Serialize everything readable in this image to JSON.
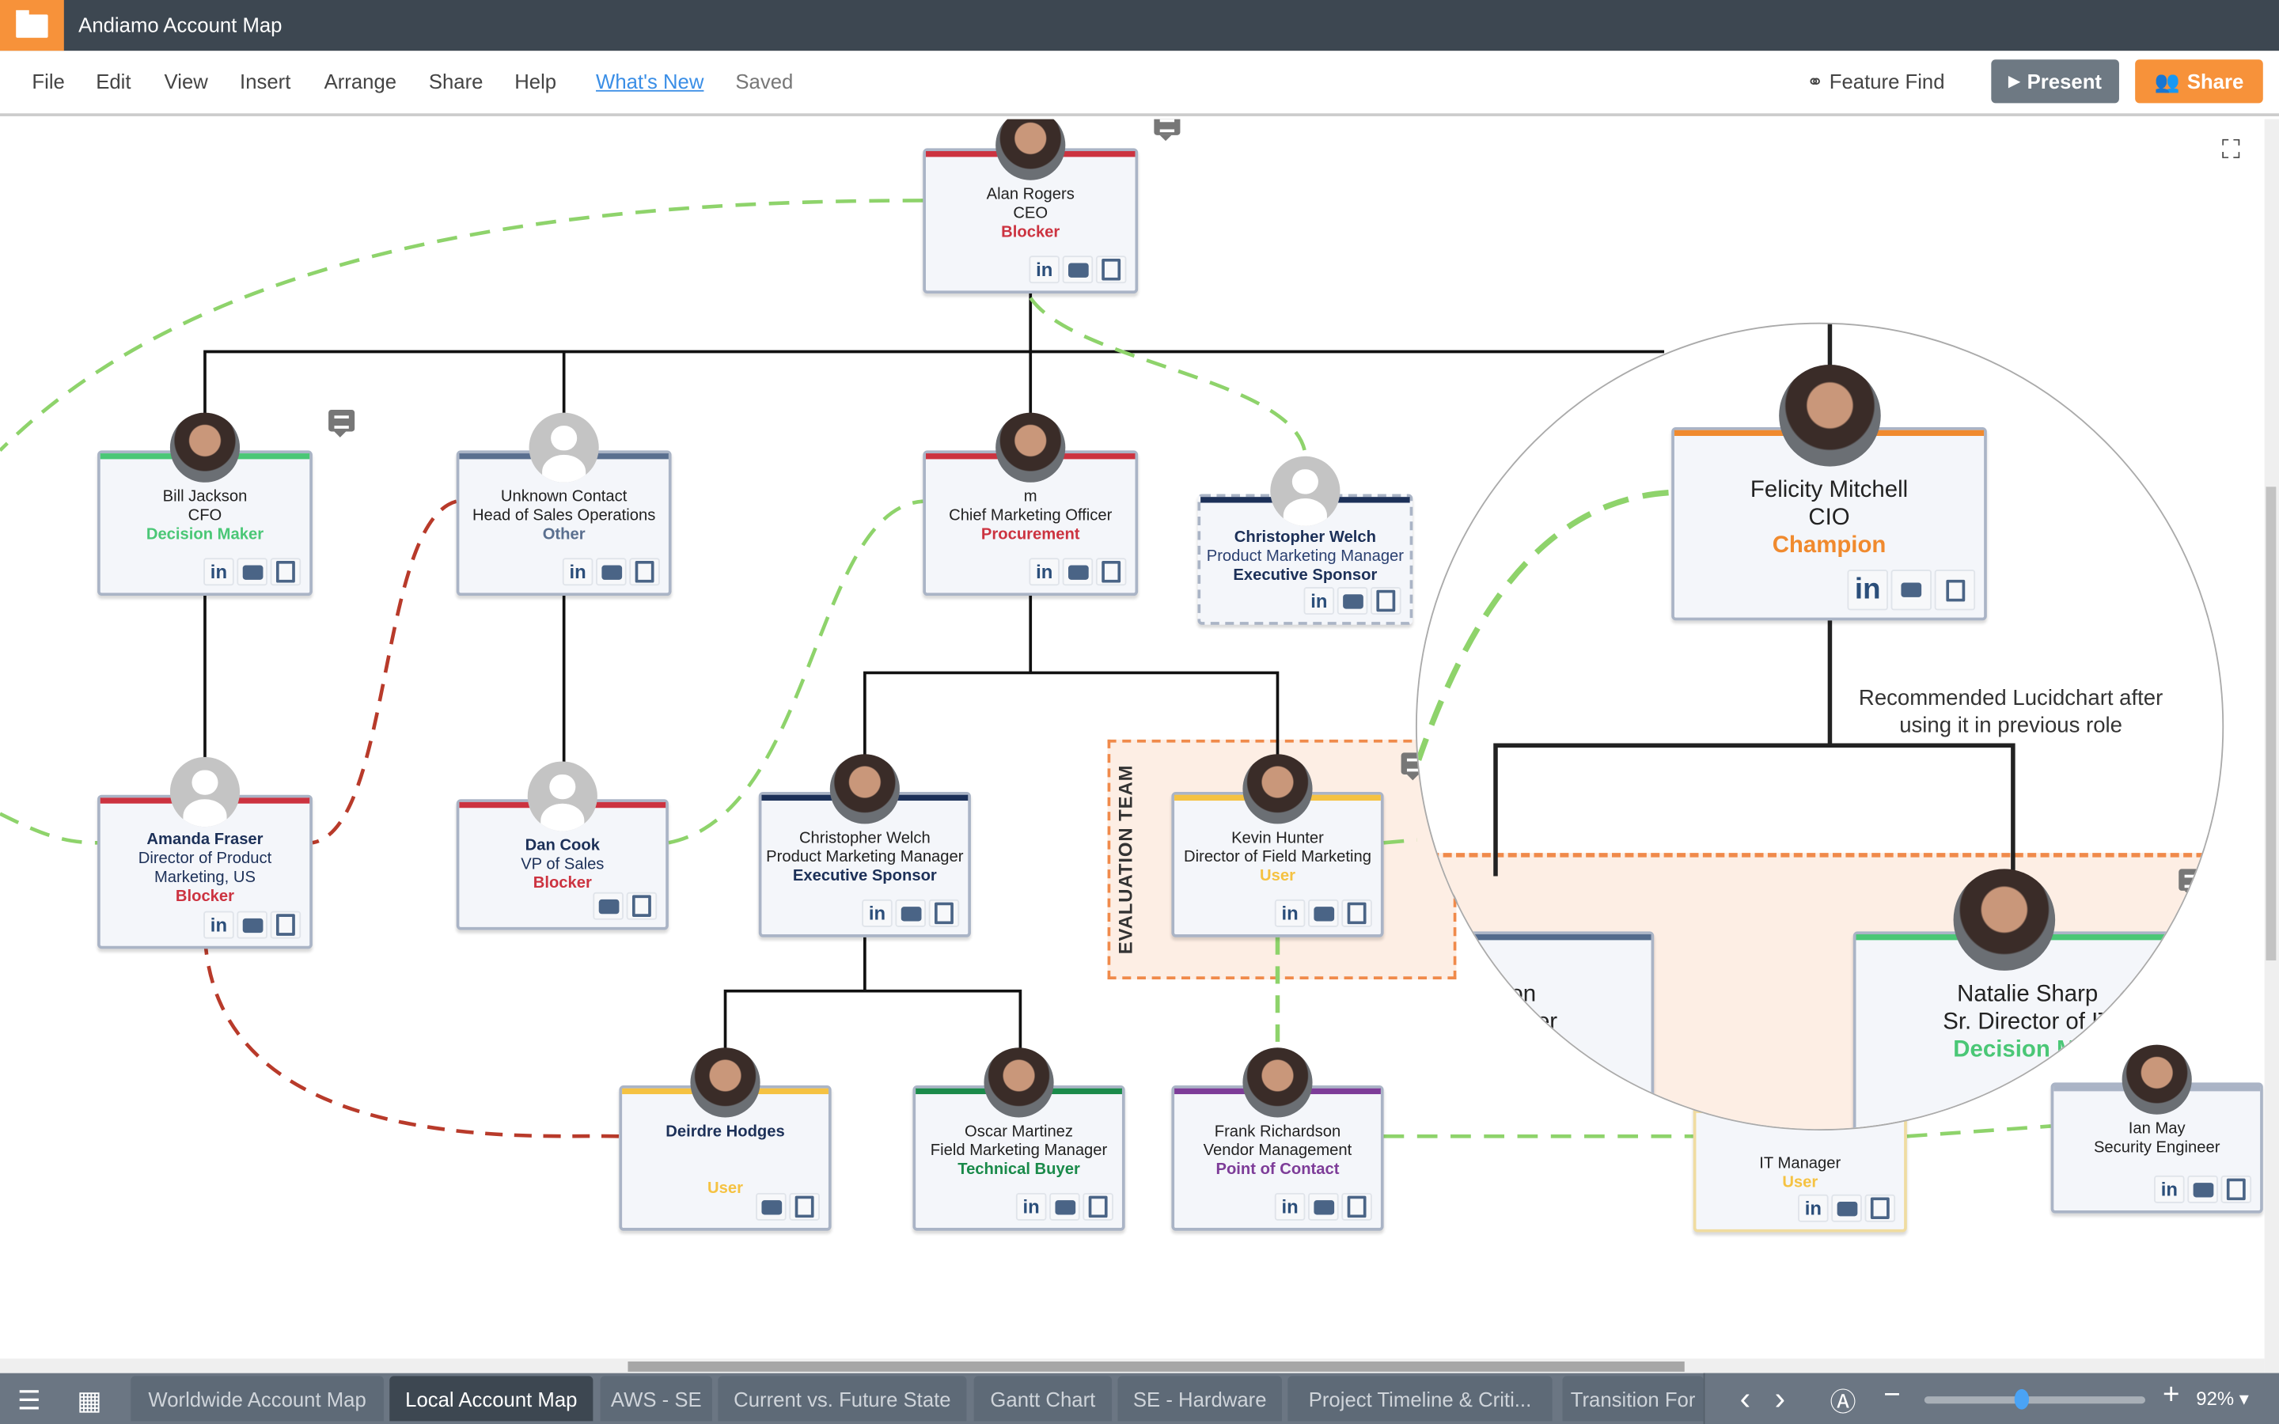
{
  "app": {
    "title": "Andiamo Account Map",
    "logo_icon": "folder-icon"
  },
  "menu": [
    "File",
    "Edit",
    "View",
    "Insert",
    "Arrange",
    "Share",
    "Help"
  ],
  "whats_new": "What's New",
  "saved": "Saved",
  "toolbar": {
    "feature_find": "Feature Find",
    "present": "Present",
    "share": "Share"
  },
  "colors": {
    "accent": "#f7923a",
    "blocker": "#cc3340",
    "decision_maker": "#4ac776",
    "other": "#5a6f8f",
    "exec_sponsor": "#1c3058",
    "user": "#f5c242",
    "technical_buyer": "#1a8a4a",
    "point_of_contact": "#7d3c98",
    "champion": "#f08a2e"
  },
  "evaluation_team": "EVALUATION TEAM",
  "annotation": "Recommended Lucidchart after using it in previous role",
  "cards": [
    {
      "id": "alan",
      "name": "Alan Rogers",
      "title": "CEO",
      "role": "Blocker",
      "stripe": "#cc3340",
      "roleColor": "#cc3340",
      "avatar": "photo",
      "icons": [
        "in",
        "vc",
        "nt"
      ]
    },
    {
      "id": "bill",
      "name": "Bill Jackson",
      "title": "CFO",
      "role": "Decision Maker",
      "stripe": "#4ac776",
      "roleColor": "#4ac776",
      "avatar": "photo",
      "icons": [
        "in",
        "vc",
        "nt"
      ]
    },
    {
      "id": "unknown",
      "name": "Unknown Contact",
      "title": "Head of Sales Operations",
      "role": "Other",
      "stripe": "#5a6f8f",
      "roleColor": "#5a6f8f",
      "avatar": "placeholder",
      "icons": [
        "in",
        "vc",
        "nt"
      ]
    },
    {
      "id": "m",
      "name": "m",
      "title": "Chief Marketing Officer",
      "role": "Procurement",
      "stripe": "#cc3340",
      "roleColor": "#cc3340",
      "avatar": "photo",
      "icons": [
        "in",
        "vc",
        "nt"
      ]
    },
    {
      "id": "welch1",
      "name": "Christopher Welch",
      "title": "Product Marketing Manager",
      "role": "Executive Sponsor",
      "stripe": "#1c3058",
      "roleColor": "#1c3058",
      "bold": true,
      "avatar": "placeholder",
      "icons": [
        "in",
        "vc",
        "nt"
      ]
    },
    {
      "id": "amanda",
      "name": "Amanda Fraser",
      "title": "Director of Product Marketing, US",
      "role": "Blocker",
      "stripe": "#cc3340",
      "roleColor": "#cc3340",
      "bold": true,
      "avatar": "placeholder",
      "icons": [
        "in",
        "vc",
        "nt"
      ]
    },
    {
      "id": "dan",
      "name": "Dan Cook",
      "title": "VP of Sales",
      "role": "Blocker",
      "stripe": "#cc3340",
      "roleColor": "#cc3340",
      "bold": true,
      "avatar": "placeholder",
      "icons": [
        "vc",
        "nt"
      ]
    },
    {
      "id": "welch2",
      "name": "Christopher Welch",
      "title": "Product Marketing Manager",
      "role": "Executive Sponsor",
      "stripe": "#1c3058",
      "roleColor": "#1c3058",
      "avatar": "photo",
      "icons": [
        "in",
        "vc",
        "nt"
      ]
    },
    {
      "id": "kevin",
      "name": "Kevin Hunter",
      "title": "Director of Field Marketing",
      "role": "User",
      "stripe": "#f5c242",
      "roleColor": "#f5c242",
      "avatar": "photo",
      "icons": [
        "in",
        "vc",
        "nt"
      ]
    },
    {
      "id": "deirdre",
      "name": "Deirdre Hodges",
      "title": "",
      "role": "User",
      "stripe": "#f5c242",
      "roleColor": "#f5c242",
      "bold": true,
      "avatar": "photo",
      "icons": [
        "vc",
        "nt"
      ]
    },
    {
      "id": "oscar",
      "name": "Oscar Martinez",
      "title": "Field Marketing Manager",
      "role": "Technical Buyer",
      "stripe": "#1a8a4a",
      "roleColor": "#1a8a4a",
      "avatar": "photo",
      "icons": [
        "in",
        "vc",
        "nt"
      ]
    },
    {
      "id": "frank",
      "name": "Frank Richardson",
      "title": "Vendor Management",
      "role": "Point of Contact",
      "stripe": "#7d3c98",
      "roleColor": "#7d3c98",
      "avatar": "photo",
      "icons": [
        "in",
        "vc",
        "nt"
      ]
    },
    {
      "id": "itmgr",
      "name": "",
      "title": "IT Manager",
      "role": "User",
      "stripe": "#f5dfa0",
      "roleColor": "#f5c242",
      "avatar": "none",
      "icons": [
        "in",
        "vc",
        "nt"
      ]
    },
    {
      "id": "ian",
      "name": "Ian May",
      "title": "Security Engineer",
      "role": "",
      "stripe": "#aab4c6",
      "roleColor": "#333",
      "avatar": "photo",
      "icons": [
        "in",
        "vc",
        "nt"
      ]
    }
  ],
  "magnified": [
    {
      "id": "felicity",
      "name": "Felicity Mitchell",
      "title": "CIO",
      "role": "Champion",
      "stripe": "#f08a2e",
      "roleColor": "#f08a2e",
      "avatar": "photo",
      "icons": [
        "in",
        "vc",
        "nt"
      ]
    },
    {
      "id": "richardson",
      "name": "dson",
      "title": "Engineer",
      "role": "",
      "stripe": "#536b8c",
      "roleColor": "#333",
      "avatar": "photo",
      "icons": []
    },
    {
      "id": "natalie",
      "name": "Natalie Sharp",
      "title": "Sr. Director of IT",
      "role": "Decision Mak",
      "stripe": "#4ac776",
      "roleColor": "#4ac776",
      "avatar": "photo",
      "icons": []
    }
  ],
  "tabs": [
    "Worldwide Account Map",
    "Local Account Map",
    "AWS - SE",
    "Current vs. Future State",
    "Gantt Chart",
    "SE - Hardware",
    "Project Timeline & Criti...",
    "Transition For"
  ],
  "active_tab": 1,
  "zoom": "92%"
}
